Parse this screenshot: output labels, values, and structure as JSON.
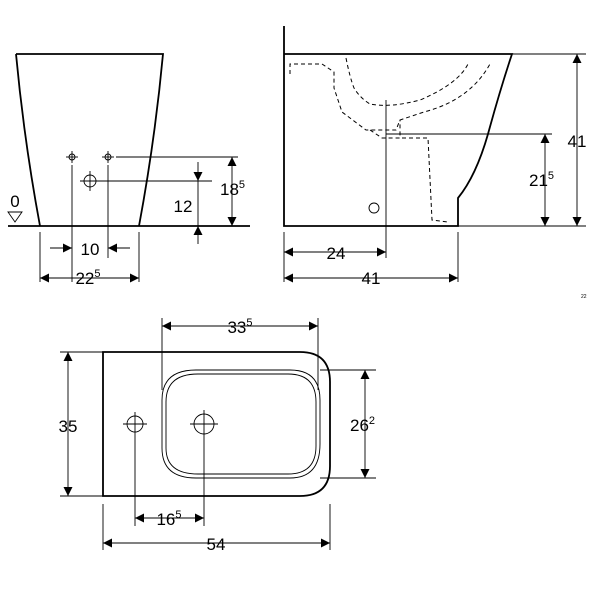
{
  "views": {
    "front": {
      "dim_width": {
        "base": "22",
        "sup": "5"
      },
      "dim_offset": {
        "base": "10"
      },
      "dim_height_outer": {
        "base": "18",
        "sup": "5"
      },
      "dim_height_inner": {
        "base": "12"
      },
      "floor_level": "0"
    },
    "side": {
      "dim_total_height": {
        "base": "41"
      },
      "dim_outlet_height": {
        "base": "21",
        "sup": "5"
      },
      "dim_outlet_distance": {
        "base": "24"
      },
      "dim_total_depth": {
        "base": "41"
      },
      "drawing_code": "22"
    },
    "top": {
      "dim_bowl_length": {
        "base": "33",
        "sup": "5"
      },
      "dim_width": {
        "base": "35"
      },
      "dim_bowl_width": {
        "base": "26",
        "sup": "2"
      },
      "dim_tap_offset": {
        "base": "16",
        "sup": "5"
      },
      "dim_total_length": {
        "base": "54"
      }
    }
  }
}
